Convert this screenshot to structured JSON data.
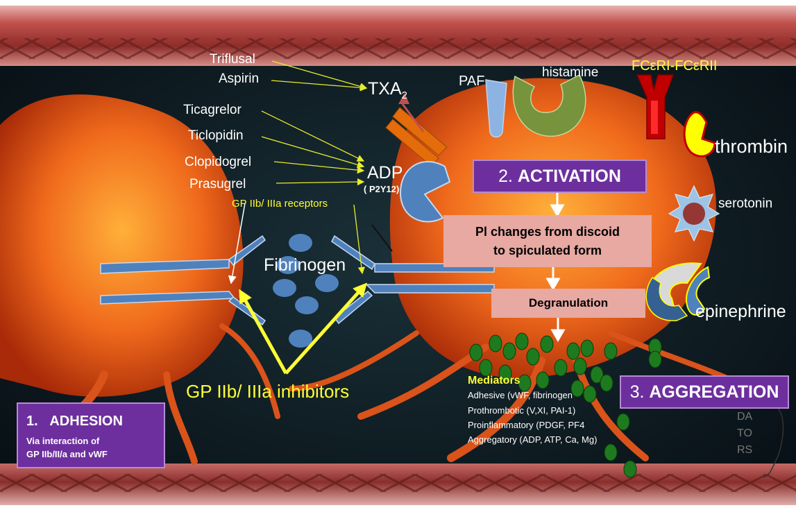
{
  "drugs": {
    "triflusal": "Triflusal",
    "aspirin": "Aspirin",
    "ticagrelor": "Ticagrelor",
    "ticlopidin": "Ticlopidin",
    "clopidogrel": "Clopidogrel",
    "prasugrel": "Prasugrel"
  },
  "targets": {
    "txa2_base": "TXA",
    "txa2_sub": "2",
    "adp": "ADP",
    "p2y12": "( P2Y12)",
    "gp_receptors": "GP IIb/ IIIa receptors",
    "fibrinogen": "Fibrinogen",
    "gp_inhibitors": "GP IIb/ IIIa inhibitors"
  },
  "agonists": {
    "paf": "PAF",
    "histamine": "histamine",
    "fc": "FCεRI-FCεRII",
    "thrombin": "thrombin",
    "serotonin": "serotonin",
    "epinephrine": "epinephrine"
  },
  "steps": {
    "activation_num": "2.",
    "activation": "ACTIVATION",
    "change_line1": "Pl changes from discoid",
    "change_line2": "to spiculated form",
    "degranulation": "Degranulation",
    "aggregation_num": "3.",
    "aggregation": "AGGREGATION",
    "adhesion_num": "1.",
    "adhesion": "ADHESION",
    "adhesion_sub1": "Via interaction of",
    "adhesion_sub2": "GP IIb/II/a and vWF"
  },
  "mediators": {
    "title": "Mediators",
    "lines": [
      "Adhesive (vWF, fibrinogen",
      "Prothrombotic (V,XI, PAI-1)",
      "Proinflammatory (PDGF, PF4",
      "Aggregatory (ADP, ATP, Ca, Mg)"
    ]
  },
  "partial_text": [
    "DA",
    "TO",
    "RS"
  ],
  "colors": {
    "yellow_text": "#ffff33",
    "arrow_yellow": "#e8ec2a",
    "purple_box": "#6d2f9e",
    "pink_box": "#e7a9a2",
    "receptor_blue": "#4f81bd",
    "granule_green": "#1e7a1e",
    "platelet_orange": "#e8561a"
  },
  "icons": [
    "paf-receptor-icon",
    "histamine-receptor-icon",
    "fc-receptor-icon",
    "thrombin-receptor-icon",
    "serotonin-receptor-icon",
    "epinephrine-receptor-icon",
    "adp-receptor-icon",
    "txa2-receptor-icon"
  ]
}
